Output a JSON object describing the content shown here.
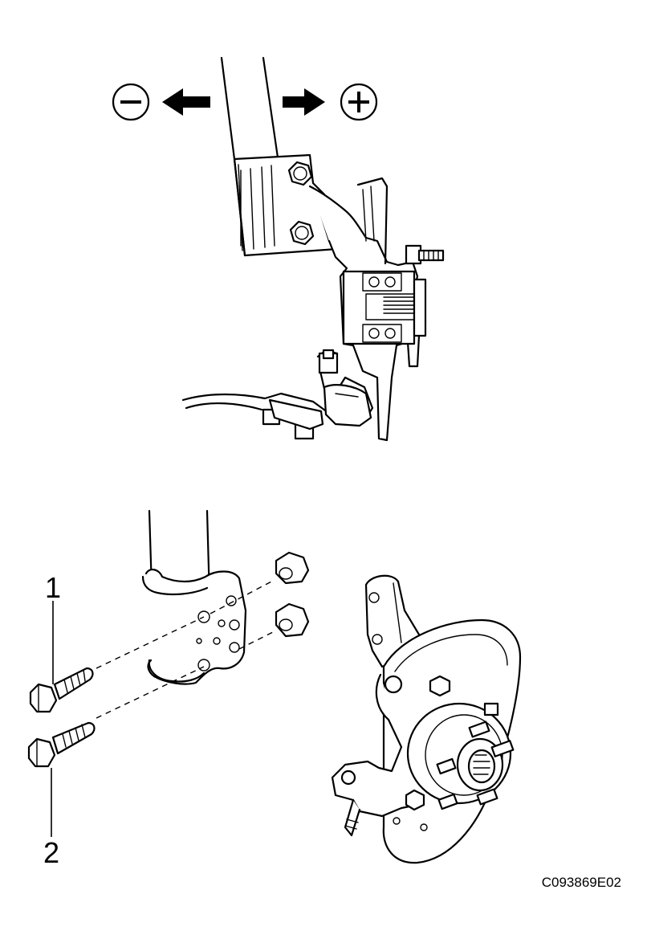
{
  "callouts": {
    "bolt_1": "1",
    "bolt_2": "2"
  },
  "figure_code": "C093869E02",
  "icons": {
    "minus": "minus-circle-icon",
    "plus": "plus-circle-icon",
    "arrow_left": "arrow-left-icon",
    "arrow_right": "arrow-right-icon"
  },
  "colors": {
    "ink": "#000000",
    "paper": "#ffffff"
  }
}
